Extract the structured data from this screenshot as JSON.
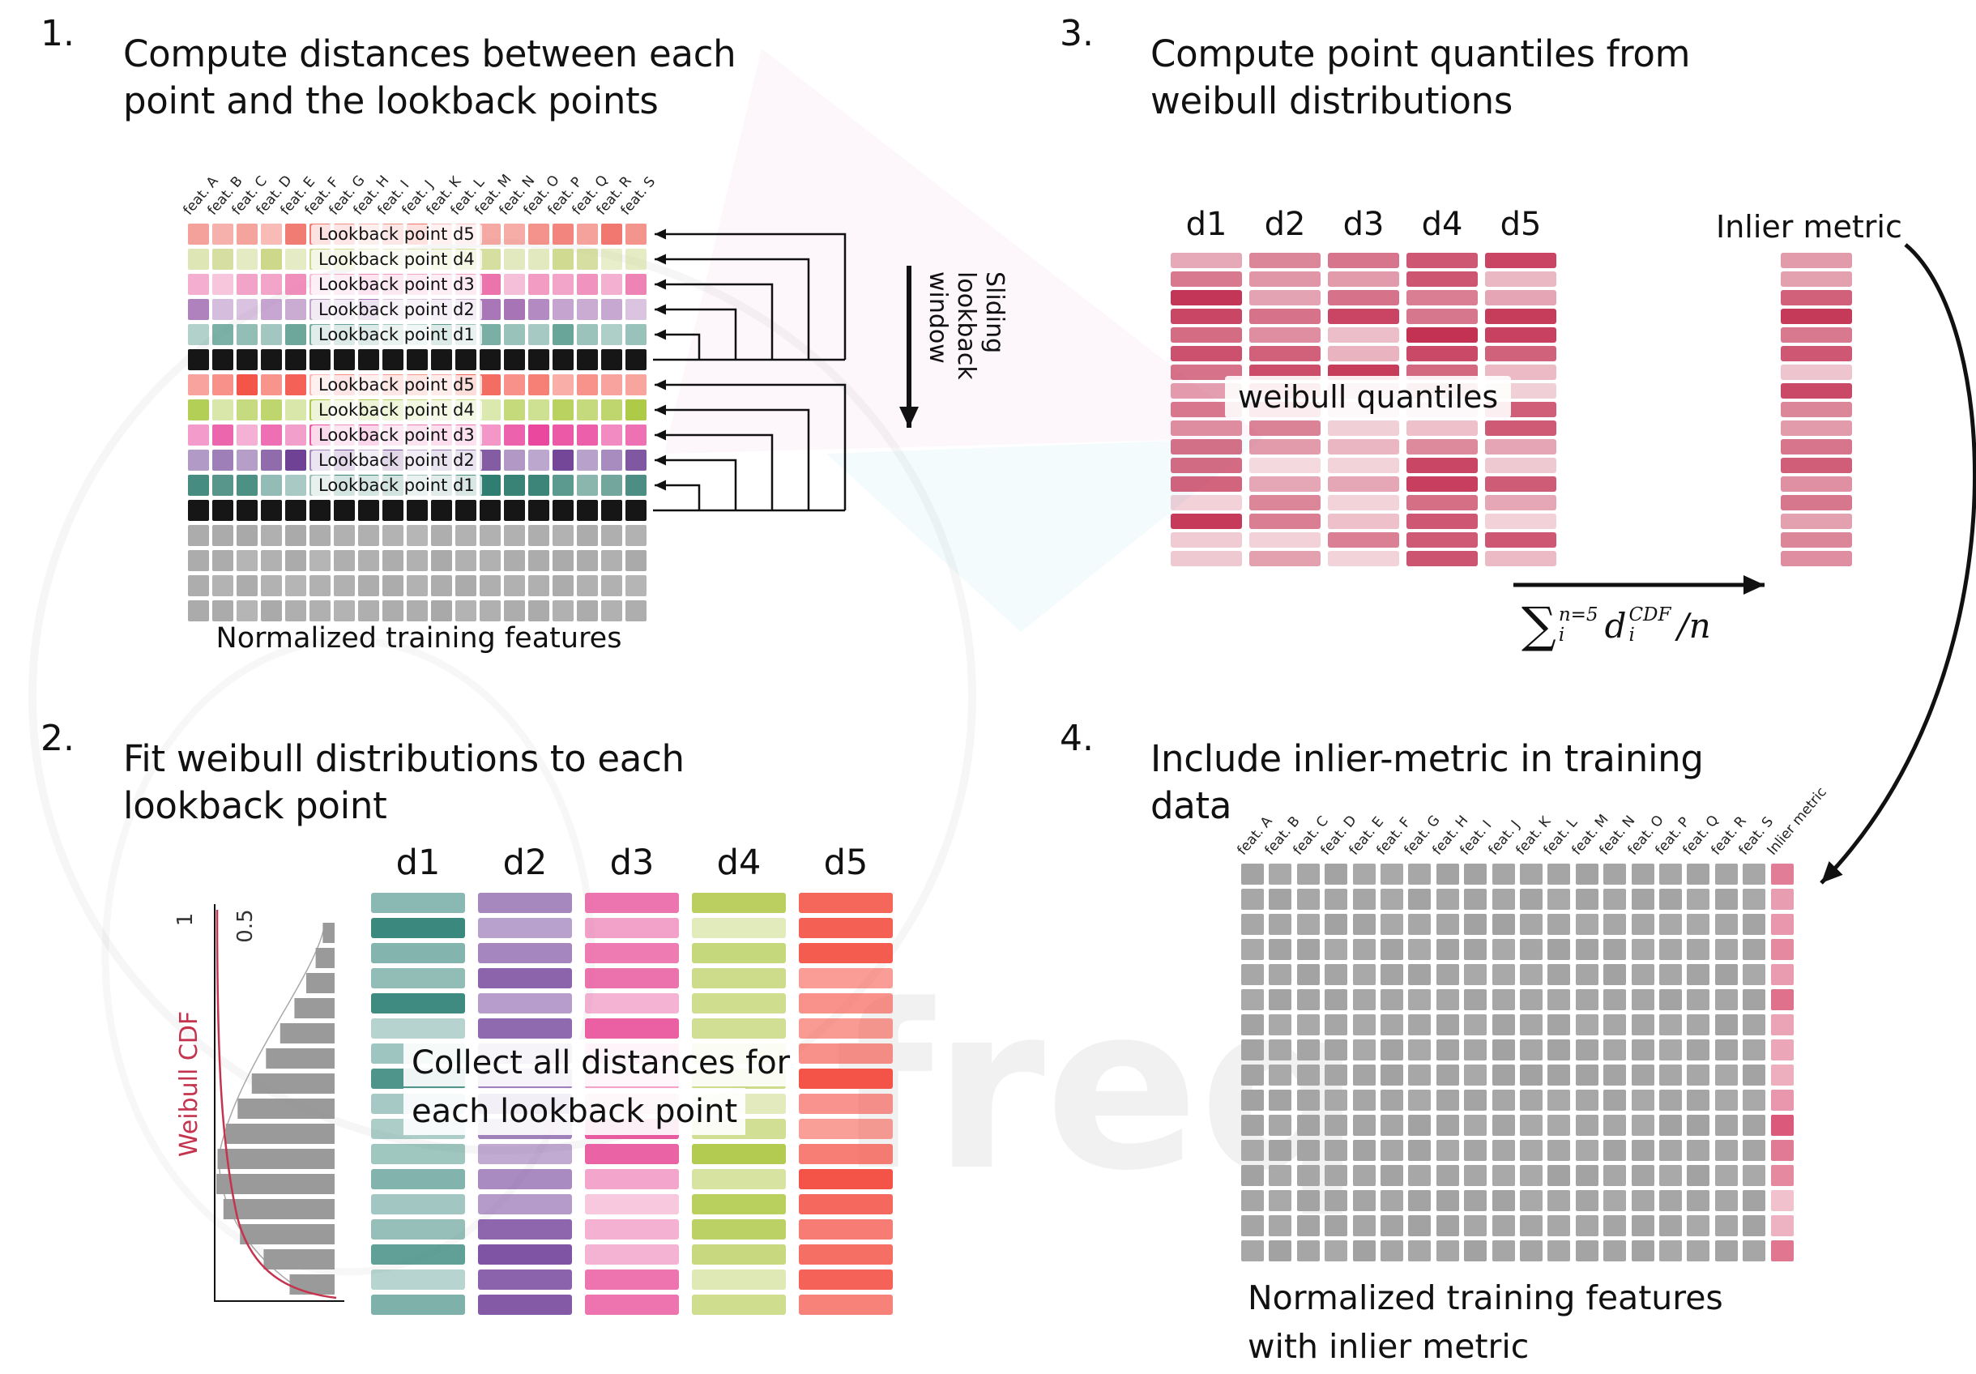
{
  "feature_labels": [
    "feat. A",
    "feat. B",
    "feat. C",
    "feat. D",
    "feat. E",
    "feat. F",
    "feat. G",
    "feat. H",
    "feat. I",
    "feat. J",
    "feat. K",
    "feat. L",
    "feat. M",
    "feat. N",
    "feat. O",
    "feat. P",
    "feat. Q",
    "feat. R",
    "feat. S"
  ],
  "panel1": {
    "number": "1.",
    "title": [
      "Compute distances between each",
      "point and the lookback points"
    ],
    "caption": "Normalized training features",
    "sliding_label": [
      "Sliding",
      "lookback",
      "window"
    ],
    "rows": [
      {
        "type": "lookback",
        "label": "Lookback point d5",
        "color": "#f0746b"
      },
      {
        "type": "lookback",
        "label": "Lookback point d4",
        "color": "#ccd789"
      },
      {
        "type": "lookback",
        "label": "Lookback point d3",
        "color": "#ec74ac"
      },
      {
        "type": "lookback",
        "label": "Lookback point d2",
        "color": "#a470b4"
      },
      {
        "type": "lookback",
        "label": "Lookback point d1",
        "color": "#55998c"
      },
      {
        "type": "current",
        "color": "#161616"
      },
      {
        "type": "lookback",
        "label": "Lookback point d5",
        "color": "#f24b3e"
      },
      {
        "type": "lookback",
        "label": "Lookback point d4",
        "color": "#a9c83d"
      },
      {
        "type": "lookback",
        "label": "Lookback point d3",
        "color": "#e8429b"
      },
      {
        "type": "lookback",
        "label": "Lookback point d2",
        "color": "#6e4094"
      },
      {
        "type": "lookback",
        "label": "Lookback point d1",
        "color": "#2e7c6f"
      },
      {
        "type": "current",
        "color": "#161616"
      },
      {
        "type": "future",
        "color": "#a9a9a9"
      },
      {
        "type": "future",
        "color": "#a9a9a9"
      },
      {
        "type": "future",
        "color": "#a9a9a9"
      },
      {
        "type": "future",
        "color": "#a9a9a9"
      }
    ]
  },
  "panel2": {
    "number": "2.",
    "title": [
      "Fit weibull distributions to each",
      "lookback point"
    ],
    "plot": {
      "ylabel": "Weibull CDF",
      "ticks": [
        "1",
        "0.5"
      ],
      "bar_lengths": [
        0.1,
        0.16,
        0.24,
        0.34,
        0.46,
        0.58,
        0.7,
        0.82,
        0.92,
        0.99,
        1.0,
        0.94,
        0.8,
        0.6,
        0.38
      ]
    },
    "columns": [
      {
        "label": "d1",
        "color": "#35857a"
      },
      {
        "label": "d2",
        "color": "#7b4da0"
      },
      {
        "label": "d3",
        "color": "#e9599f"
      },
      {
        "label": "d4",
        "color": "#b2ca4e"
      },
      {
        "label": "d5",
        "color": "#f45347"
      }
    ],
    "overlay": [
      "Collect all distances for",
      "each lookback point"
    ]
  },
  "panel3": {
    "number": "3.",
    "title": [
      "Compute point quantiles from",
      "weibull distributions"
    ],
    "column_labels": [
      "d1",
      "d2",
      "d3",
      "d4",
      "d5"
    ],
    "bar_color": "#c22e50",
    "overlay": "weibull quantiles",
    "inlier_label": "Inlier metric",
    "formula": {
      "sigma": "∑",
      "sup": "n=5",
      "sub": "i",
      "var": "d",
      "var_sup": "CDF",
      "var_sub": "i",
      "tail": "/n"
    }
  },
  "panel4": {
    "number": "4.",
    "title": [
      "Include inlier-metric in training",
      "data"
    ],
    "inlier_column_label": "Inlier metric",
    "cell_color": "#a2a2a2",
    "inlier_color": "#d6466b",
    "caption": [
      "Normalized training features",
      "with inlier metric"
    ]
  },
  "watermark": {
    "text": "freq"
  }
}
